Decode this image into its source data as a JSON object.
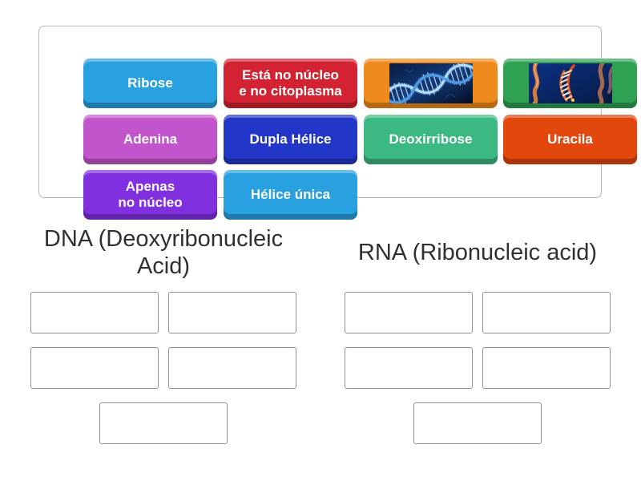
{
  "page": {
    "background": "#ffffff"
  },
  "tray": {
    "tiles": [
      {
        "id": "ribose",
        "type": "text",
        "label": "Ribose",
        "color": "#29A0DF"
      },
      {
        "id": "esta-no-nucleo",
        "type": "text",
        "label": "Está no núcleo\ne no citoplasma",
        "color": "#D32332"
      },
      {
        "id": "dna-image",
        "type": "image",
        "label": "",
        "image": "dna-double-helix-photo",
        "color": "#EF8A1C"
      },
      {
        "id": "rna-image",
        "type": "image",
        "label": "",
        "image": "rna-strand-photo",
        "color": "#2EA153"
      },
      {
        "id": "adenina",
        "type": "text",
        "label": "Adenina",
        "color": "#C355CC"
      },
      {
        "id": "dupla-helice",
        "type": "text",
        "label": "Dupla Hélice",
        "color": "#2236C8"
      },
      {
        "id": "deoxirribose",
        "type": "text",
        "label": "Deoxirribose",
        "color": "#3CB983"
      },
      {
        "id": "uracila",
        "type": "text",
        "label": "Uracila",
        "color": "#E2470E"
      },
      {
        "id": "apenas-no-nucleo",
        "type": "text",
        "label": "Apenas\nno núcleo",
        "color": "#8130E0"
      },
      {
        "id": "helice-unica",
        "type": "text",
        "label": "Hélice única",
        "color": "#29A0DF"
      }
    ],
    "tile_text_color": "#ffffff"
  },
  "groups": [
    {
      "id": "dna",
      "title": "DNA (Deoxyribonucleic Acid)",
      "slot_count": 5
    },
    {
      "id": "rna",
      "title": "RNA (Ribonucleic acid)",
      "slot_count": 5
    }
  ]
}
